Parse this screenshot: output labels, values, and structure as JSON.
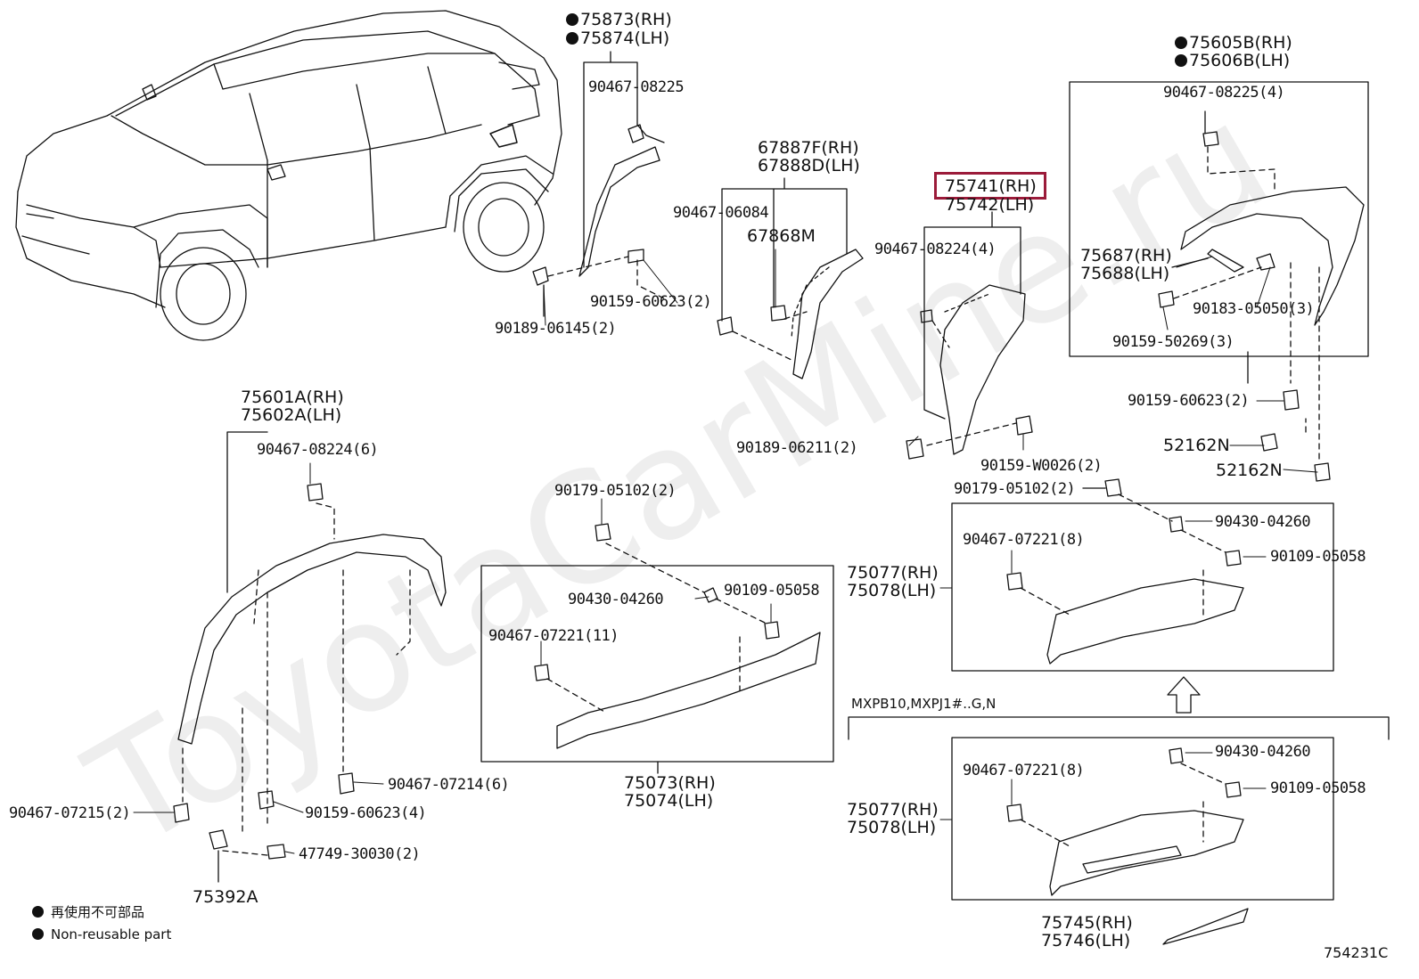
{
  "watermark": "ToyotaCarMine.ru",
  "diagram_code": "754231C",
  "variant_label": "MXPB10,MXPJ1#..G,N",
  "legend": {
    "jp": "再使用不可部品",
    "en": "Non-reusable part"
  },
  "highlighted_part": "75741(RH)",
  "parts": {
    "p75873": "75873(RH)",
    "p75874": "75874(LH)",
    "p90467_08225": "90467-08225",
    "p90159_60623_2a": "90159-60623(2)",
    "p90189_06145": "90189-06145(2)",
    "p67887": "67887F(RH)",
    "p67888": "67888D(LH)",
    "p90467_06084": "90467-06084",
    "p67868": "67868M",
    "p75741": "75741(RH)",
    "p75742": "75742(LH)",
    "p90467_08224_4": "90467-08224(4)",
    "p90189_06211": "90189-06211(2)",
    "p90159_W0026": "90159-W0026(2)",
    "p75605": "75605B(RH)",
    "p75606": "75606B(LH)",
    "p90467_08225_4": "90467-08225(4)",
    "p75687": "75687(RH)",
    "p75688": "75688(LH)",
    "p90183_05050": "90183-05050(3)",
    "p90159_50269": "90159-50269(3)",
    "p90159_60623_2b": "90159-60623(2)",
    "p52162a": "52162N",
    "p52162b": "52162N",
    "p75601": "75601A(RH)",
    "p75602": "75602A(LH)",
    "p90467_08224_6": "90467-08224(6)",
    "p90467_07214": "90467-07214(6)",
    "p90467_07215": "90467-07215(2)",
    "p90159_60623_4": "90159-60623(4)",
    "p47749": "47749-30030(2)",
    "p75392": "75392A",
    "p90179_a": "90179-05102(2)",
    "p90430_a": "90430-04260",
    "p90109_a": "90109-05058",
    "p90467_07221_11": "90467-07221(11)",
    "p75073": "75073(RH)",
    "p75074": "75074(LH)",
    "p90179_b": "90179-05102(2)",
    "p90430_b": "90430-04260",
    "p90467_07221_8a": "90467-07221(8)",
    "p90109_b": "90109-05058",
    "p75077a": "75077(RH)",
    "p75078a": "75078(LH)",
    "p90430_c": "90430-04260",
    "p90467_07221_8b": "90467-07221(8)",
    "p90109_c": "90109-05058",
    "p75077b": "75077(RH)",
    "p75078b": "75078(LH)",
    "p75745": "75745(RH)",
    "p75746": "75746(LH)"
  }
}
